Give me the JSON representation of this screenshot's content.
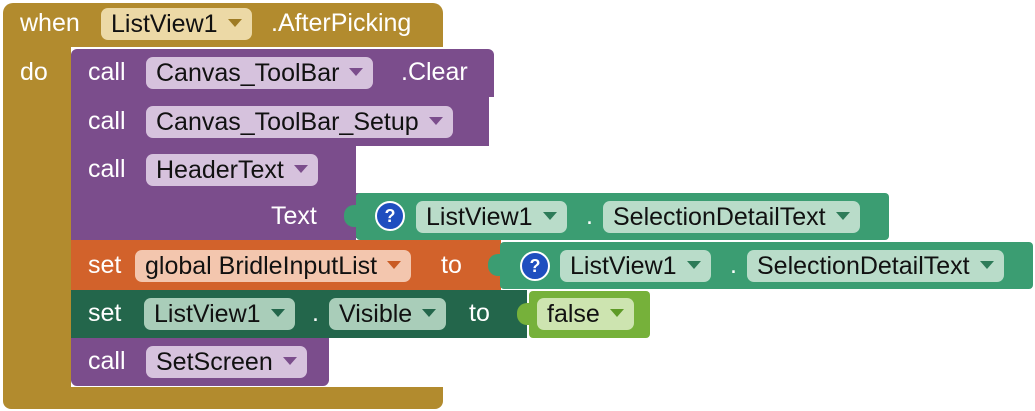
{
  "event_block": {
    "when_label": "when",
    "component": "ListView1",
    "event": ".AfterPicking",
    "do_label": "do"
  },
  "statements": {
    "clear_call": {
      "call_label": "call",
      "component": "Canvas_ToolBar",
      "method": ".Clear"
    },
    "setup_call": {
      "call_label": "call",
      "procedure": "Canvas_ToolBar_Setup"
    },
    "header_call": {
      "call_label": "call",
      "procedure": "HeaderText",
      "param_label": "Text",
      "arg": {
        "help": "?",
        "component": "ListView1",
        "dot": ".",
        "property": "SelectionDetailText"
      }
    },
    "set_global": {
      "set_label": "set",
      "variable": "global BridleInputList",
      "to_label": "to",
      "value": {
        "help": "?",
        "component": "ListView1",
        "dot": ".",
        "property": "SelectionDetailText"
      }
    },
    "set_visible": {
      "set_label": "set",
      "component": "ListView1",
      "dot": ".",
      "property": "Visible",
      "to_label": "to",
      "value": "false"
    },
    "setscreen_call": {
      "call_label": "call",
      "procedure": "SetScreen"
    }
  },
  "colors": {
    "event": "#b28b2e",
    "event_field": "#ecd9a6",
    "procedure": "#7b4d8c",
    "procedure_field": "#d6c2dd",
    "variable": "#d2622b",
    "variable_field": "#f3c6ae",
    "component_getter": "#3b9d72",
    "component_getter_field": "#b9dcc9",
    "component_setter": "#23664b",
    "component_setter_field": "#a9cdb9",
    "logic": "#76b13a",
    "logic_field": "#cde4b0"
  }
}
